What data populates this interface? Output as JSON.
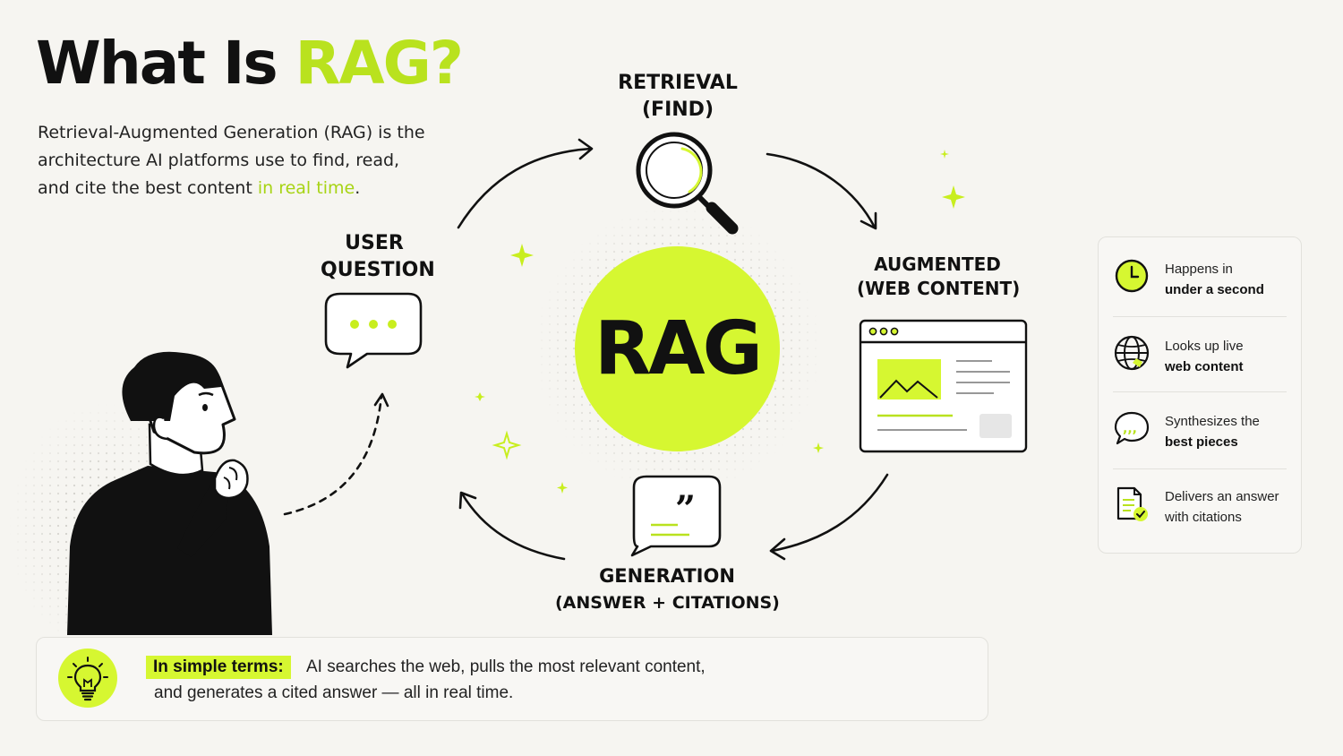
{
  "title": {
    "prefix": "What Is ",
    "accent": "RAG?"
  },
  "intro": {
    "line1": "Retrieval-Augmented Generation (RAG) is the",
    "line2": "architecture AI platforms use to find, read,",
    "line3_before": "and cite the best content ",
    "line3_highlight": "in real time",
    "line3_after": "."
  },
  "center": {
    "label": "RAG"
  },
  "steps": {
    "user": {
      "line1": "USER",
      "line2": "QUESTION"
    },
    "retrieval": {
      "line1": "RETRIEVAL",
      "line2": "(FIND)"
    },
    "augmented": {
      "line1": "AUGMENTED",
      "line2": "(WEB CONTENT)"
    },
    "generation": {
      "line1": "GENERATION",
      "line2": "(ANSWER + CITATIONS)"
    }
  },
  "features": [
    {
      "icon": "clock-icon",
      "line1": "Happens in",
      "line2": "under a second"
    },
    {
      "icon": "globe-icon",
      "line1": "Looks up live",
      "line2": "web content"
    },
    {
      "icon": "chat-quote-icon",
      "line1": "Synthesizes the",
      "line2": "best pieces"
    },
    {
      "icon": "document-check-icon",
      "line1": "Delivers an answer",
      "line2": "with citations"
    }
  ],
  "summary": {
    "label": "In simple terms:",
    "line1": "AI searches the web, pulls the most relevant content,",
    "line2": "and generates a cited answer — all in real time."
  },
  "colors": {
    "accent": "#d6f731",
    "accent_text": "#b9e21e",
    "ink": "#111111",
    "background": "#f6f5f1"
  }
}
